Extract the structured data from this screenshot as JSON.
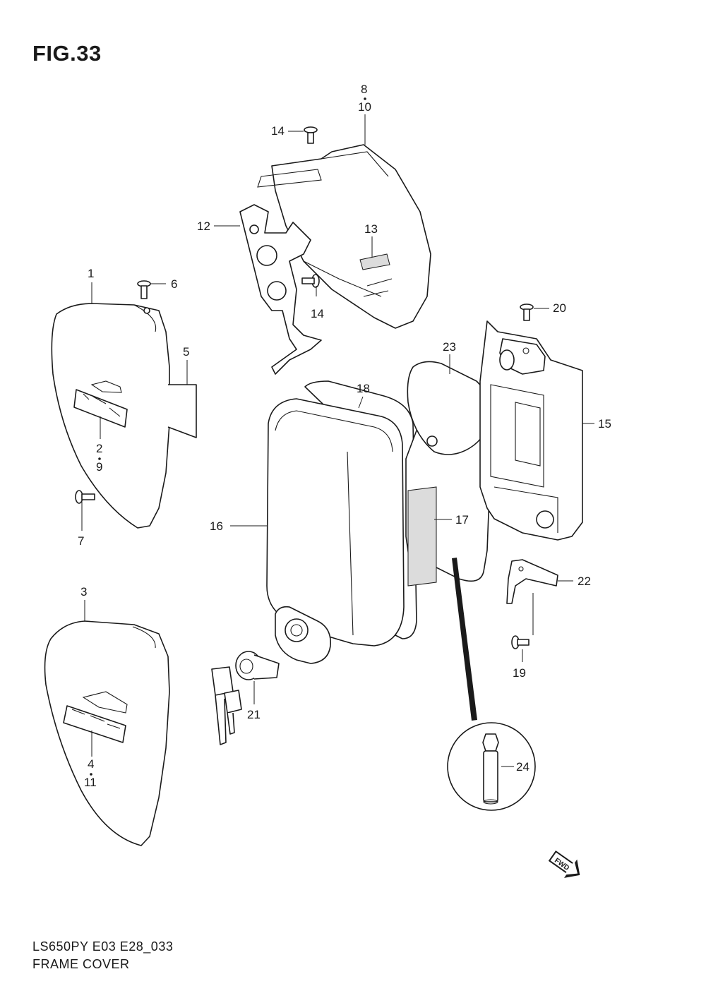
{
  "header": {
    "figure": "FIG.33"
  },
  "footer": {
    "model_code": "LS650PY E03 E28_033",
    "section_name": "FRAME COVER"
  },
  "fwd_marker": {
    "label": "FWD"
  },
  "callouts": {
    "c1": "1",
    "c2": "2",
    "c3": "3",
    "c4": "4",
    "c5": "5",
    "c6": "6",
    "c7": "7",
    "c8": "8",
    "c9": "9",
    "c10": "10",
    "c11": "11",
    "c12": "12",
    "c13": "13",
    "c14a": "14",
    "c14b": "14",
    "c15": "15",
    "c16": "16",
    "c17": "17",
    "c18": "18",
    "c19": "19",
    "c20": "20",
    "c21": "21",
    "c22": "22",
    "c23": "23",
    "c24": "24"
  }
}
